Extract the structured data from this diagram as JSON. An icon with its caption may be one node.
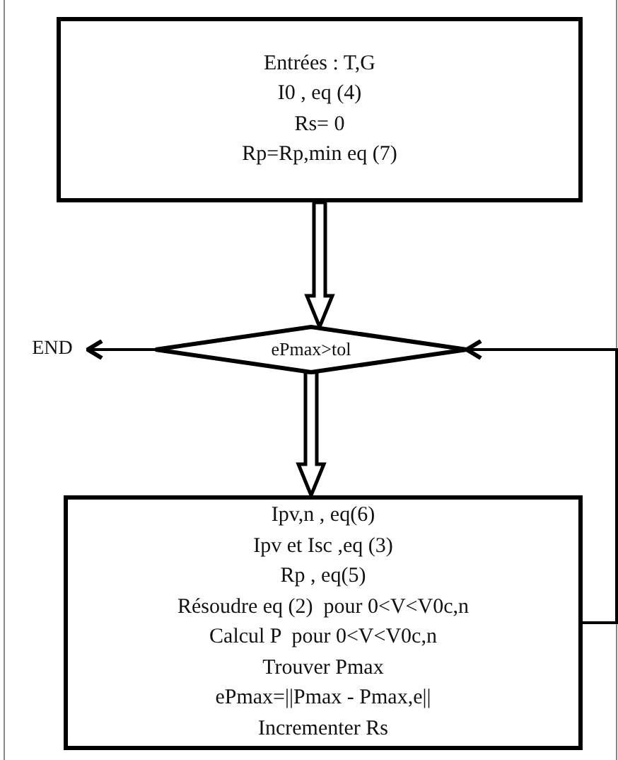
{
  "diagram": {
    "nodes": [
      {
        "text": [
          "Entrées : T,G",
          "I0 , eq (4)",
          "Rs= 0",
          "Rp=Rp,min eq (7)"
        ]
      },
      {
        "text": [
          "ePmax>tol"
        ]
      },
      {
        "text": [
          "Ipv,n , eq(6)",
          "Ipv et Isc ,eq (3)",
          "Rp , eq(5)",
          "Résoudre eq (2)  pour 0<V<V0c,n",
          "Calcul P  pour 0<V<V0c,n",
          "Trouver Pmax",
          "ePmax=||Pmax - Pmax,e||",
          "Incrementer Rs"
        ]
      },
      {
        "text": [
          "END"
        ]
      }
    ],
    "edges": [
      {
        "from": 0,
        "to": 1,
        "arrow": "to",
        "style": "thick"
      },
      {
        "from": 1,
        "to": 3,
        "arrow": "to"
      },
      {
        "from": 1,
        "to": 2,
        "arrow": "to",
        "style": "thick"
      },
      {
        "from": 2,
        "to": 1,
        "arrow": "to"
      }
    ]
  }
}
